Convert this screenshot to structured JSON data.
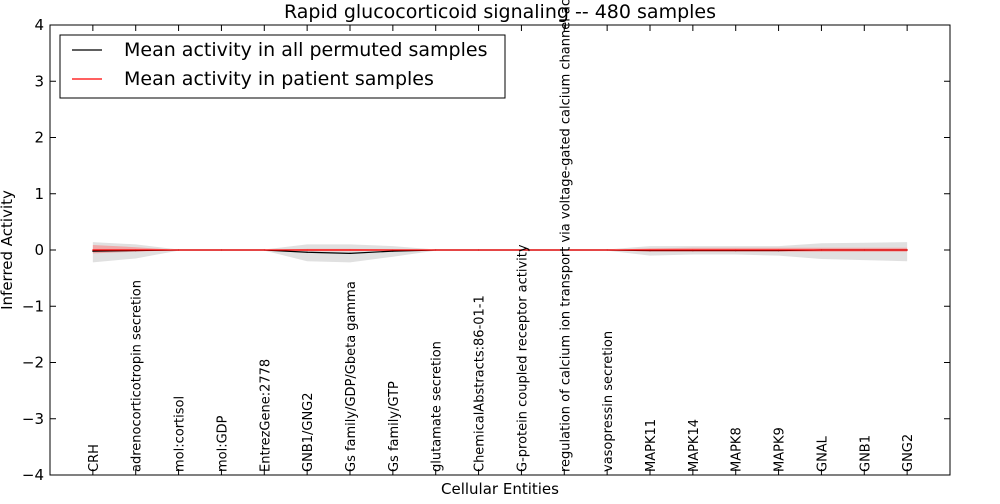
{
  "chart_data": {
    "type": "line",
    "title": "Rapid glucocorticoid signaling -- 480 samples",
    "xlabel": "Cellular Entities",
    "ylabel": "Inferred Activity",
    "ylim": [
      -4,
      4
    ],
    "yticks": [
      4,
      3,
      2,
      1,
      0,
      -1,
      -2,
      -3,
      -4
    ],
    "ytick_labels": [
      "4",
      "3",
      "2",
      "1",
      "0",
      "−1",
      "−2",
      "−3",
      "−4"
    ],
    "categories": [
      "CRH",
      "adrenocorticotropin secretion",
      "mol:cortisol",
      "mol:GDP",
      "EntrezGene:2778",
      "GNB1/GNG2",
      "Gs family/GDP/Gbeta gamma",
      "Gs family/GTP",
      "glutamate secretion",
      "ChemicalAbstracts:86-01-1",
      "G-protein coupled receptor activity",
      "regulation of calcium ion transport via voltage-gated calcium channel activity",
      "vasopressin secretion",
      "MAPK11",
      "MAPK14",
      "MAPK8",
      "MAPK9",
      "GNAL",
      "GNB1",
      "GNG2"
    ],
    "series": [
      {
        "name": "Mean activity in all permuted samples",
        "color": "#000000",
        "values": [
          -0.02,
          -0.01,
          0.0,
          0.0,
          0.0,
          -0.04,
          -0.06,
          -0.02,
          0.0,
          0.0,
          0.0,
          0.0,
          0.0,
          -0.01,
          -0.01,
          -0.01,
          -0.01,
          0.0,
          0.0,
          0.0
        ],
        "band_upper": [
          0.14,
          0.1,
          0.01,
          0.01,
          0.01,
          0.1,
          0.1,
          0.07,
          0.01,
          0.01,
          0.01,
          0.01,
          0.01,
          0.07,
          0.07,
          0.07,
          0.07,
          0.12,
          0.13,
          0.14
        ],
        "band_lower": [
          -0.22,
          -0.15,
          -0.01,
          -0.01,
          -0.01,
          -0.2,
          -0.22,
          -0.12,
          -0.01,
          -0.01,
          -0.01,
          -0.01,
          -0.01,
          -0.1,
          -0.08,
          -0.08,
          -0.1,
          -0.16,
          -0.18,
          -0.2
        ],
        "band_color": "#999999"
      },
      {
        "name": "Mean activity in patient samples",
        "color": "#ff0000",
        "values": [
          0.0,
          0.0,
          0.0,
          0.0,
          0.0,
          0.0,
          0.0,
          0.0,
          0.0,
          0.0,
          0.0,
          0.0,
          0.0,
          0.0,
          0.0,
          0.0,
          0.0,
          0.0,
          0.0,
          0.0
        ],
        "band_upper": [
          0.09,
          0.05,
          0.0,
          0.0,
          0.0,
          0.02,
          0.02,
          0.01,
          0.0,
          0.0,
          0.0,
          0.0,
          0.0,
          0.03,
          0.04,
          0.04,
          0.04,
          0.04,
          0.04,
          0.04
        ],
        "band_lower": [
          -0.06,
          -0.03,
          0.0,
          0.0,
          0.0,
          -0.02,
          -0.02,
          -0.01,
          0.0,
          0.0,
          0.0,
          0.0,
          0.0,
          -0.03,
          -0.03,
          -0.03,
          -0.03,
          -0.03,
          -0.03,
          -0.03
        ],
        "band_color": "#ff6666"
      }
    ],
    "grid": false,
    "legend_position": "top-left"
  }
}
